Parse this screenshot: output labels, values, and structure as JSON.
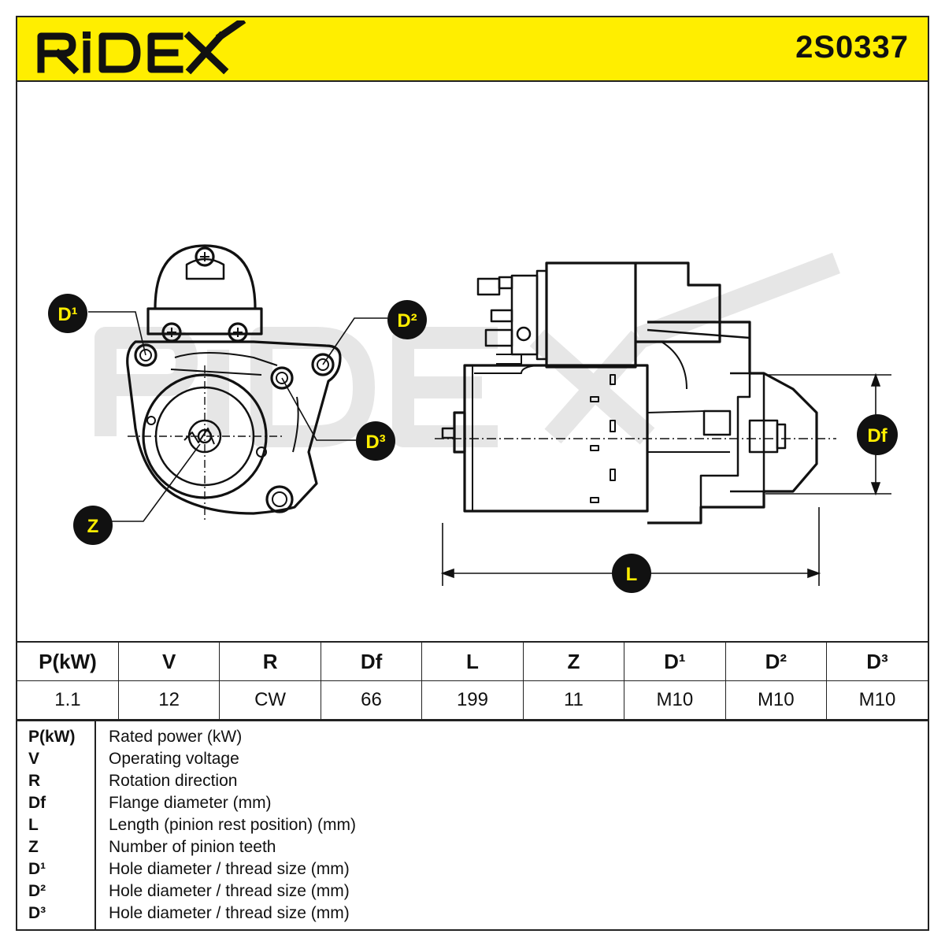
{
  "header": {
    "brand": "RIDEX",
    "part_number": "2S0337"
  },
  "drawing": {
    "labels": {
      "d1": "D¹",
      "d2": "D²",
      "d3": "D³",
      "z": "Z",
      "df": "Df",
      "l": "L"
    },
    "watermark": "RIDEX",
    "colors": {
      "accent": "#ffee00",
      "line": "#111111",
      "watermark": "#e6e6e6"
    }
  },
  "specs": {
    "headers": [
      "P(kW)",
      "V",
      "R",
      "Df",
      "L",
      "Z",
      "D¹",
      "D²",
      "D³"
    ],
    "values": [
      "1.1",
      "12",
      "CW",
      "66",
      "199",
      "11",
      "M10",
      "M10",
      "M10"
    ]
  },
  "legend": [
    {
      "symbol": "P(kW)",
      "description": "Rated power (kW)"
    },
    {
      "symbol": "V",
      "description": "Operating voltage"
    },
    {
      "symbol": "R",
      "description": "Rotation direction"
    },
    {
      "symbol": "Df",
      "description": "Flange diameter (mm)"
    },
    {
      "symbol": "L",
      "description": "Length (pinion rest position) (mm)"
    },
    {
      "symbol": "Z",
      "description": "Number of pinion teeth"
    },
    {
      "symbol": "D¹",
      "description": "Hole diameter / thread size (mm)"
    },
    {
      "symbol": "D²",
      "description": "Hole diameter / thread size (mm)"
    },
    {
      "symbol": "D³",
      "description": "Hole diameter / thread size (mm)"
    }
  ]
}
